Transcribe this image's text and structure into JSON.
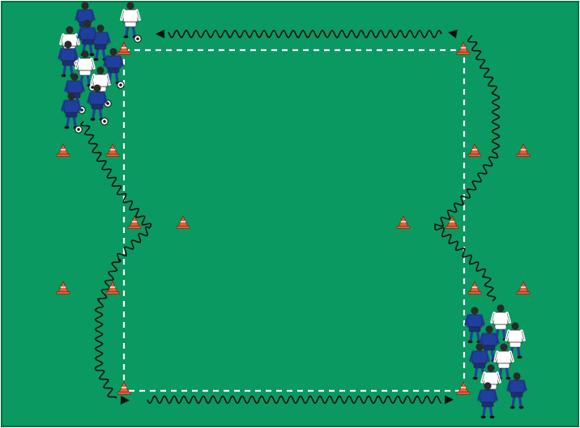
{
  "colors": {
    "pitch": "#0a9960",
    "pitch_border": "#0d6b44",
    "boundary_line": "#ffffff",
    "dribble_path": "#111111",
    "cone_orange": "#e0603a",
    "cone_stripe": "#ffffff",
    "jersey_blue": "#1f3f9e",
    "jersey_white": "#ffffff",
    "shorts_dark": "#1a2f7a",
    "skin": "#2a2a2a",
    "ball": "#111111"
  },
  "diagram": {
    "elements": {
      "field": "training-grid",
      "boundary_style": "dashed-square",
      "cones": 16,
      "player_groups": 2,
      "dribble_routes": 2
    },
    "icons": {
      "cone": "cone-icon",
      "player": "player-icon",
      "ball": "ball-icon",
      "arrow": "arrowhead-icon"
    }
  }
}
